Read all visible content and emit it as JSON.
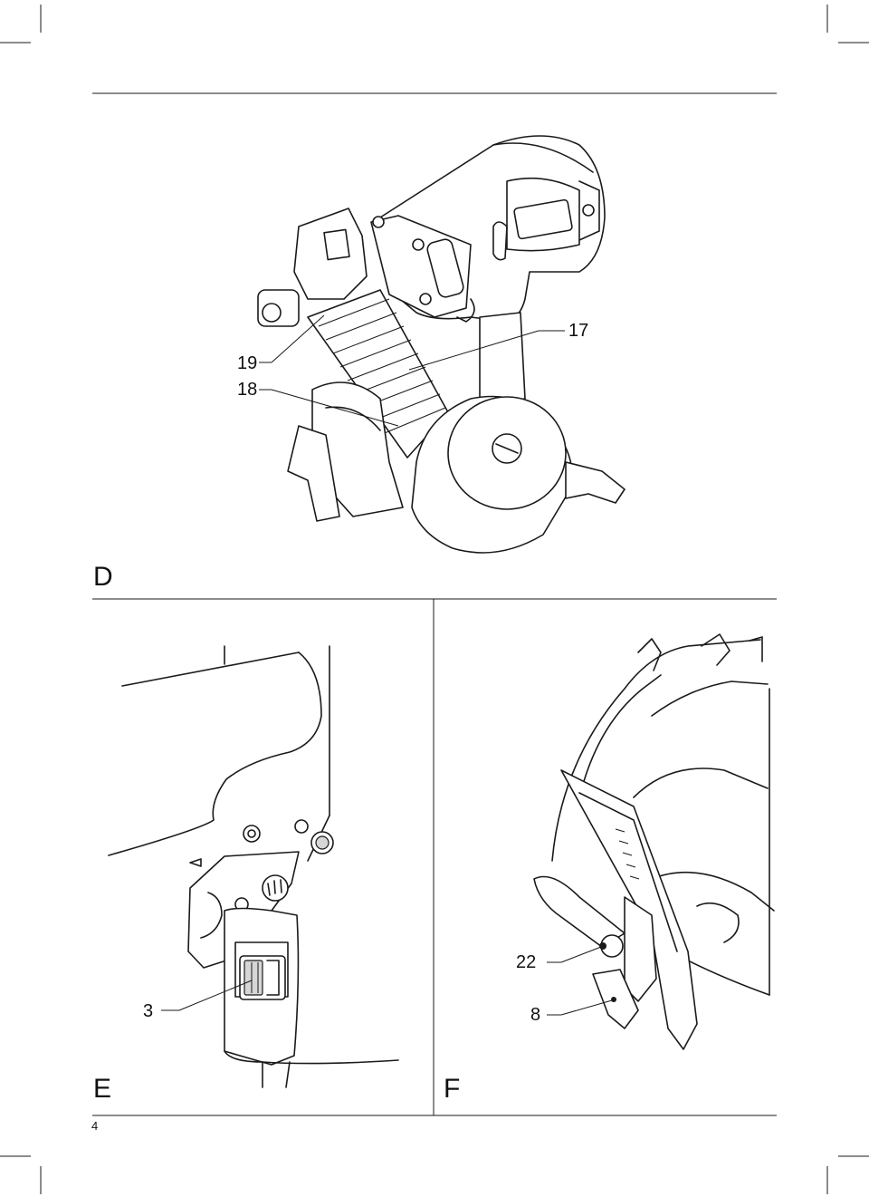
{
  "page": {
    "number": "4"
  },
  "figures": {
    "D": {
      "label": "D",
      "callouts": [
        {
          "id": "17",
          "text": "17"
        },
        {
          "id": "18",
          "text": "18"
        },
        {
          "id": "19",
          "text": "19"
        }
      ]
    },
    "E": {
      "label": "E",
      "callouts": [
        {
          "id": "3",
          "text": "3"
        }
      ]
    },
    "F": {
      "label": "F",
      "callouts": [
        {
          "id": "22",
          "text": "22"
        },
        {
          "id": "8",
          "text": "8"
        }
      ]
    }
  }
}
